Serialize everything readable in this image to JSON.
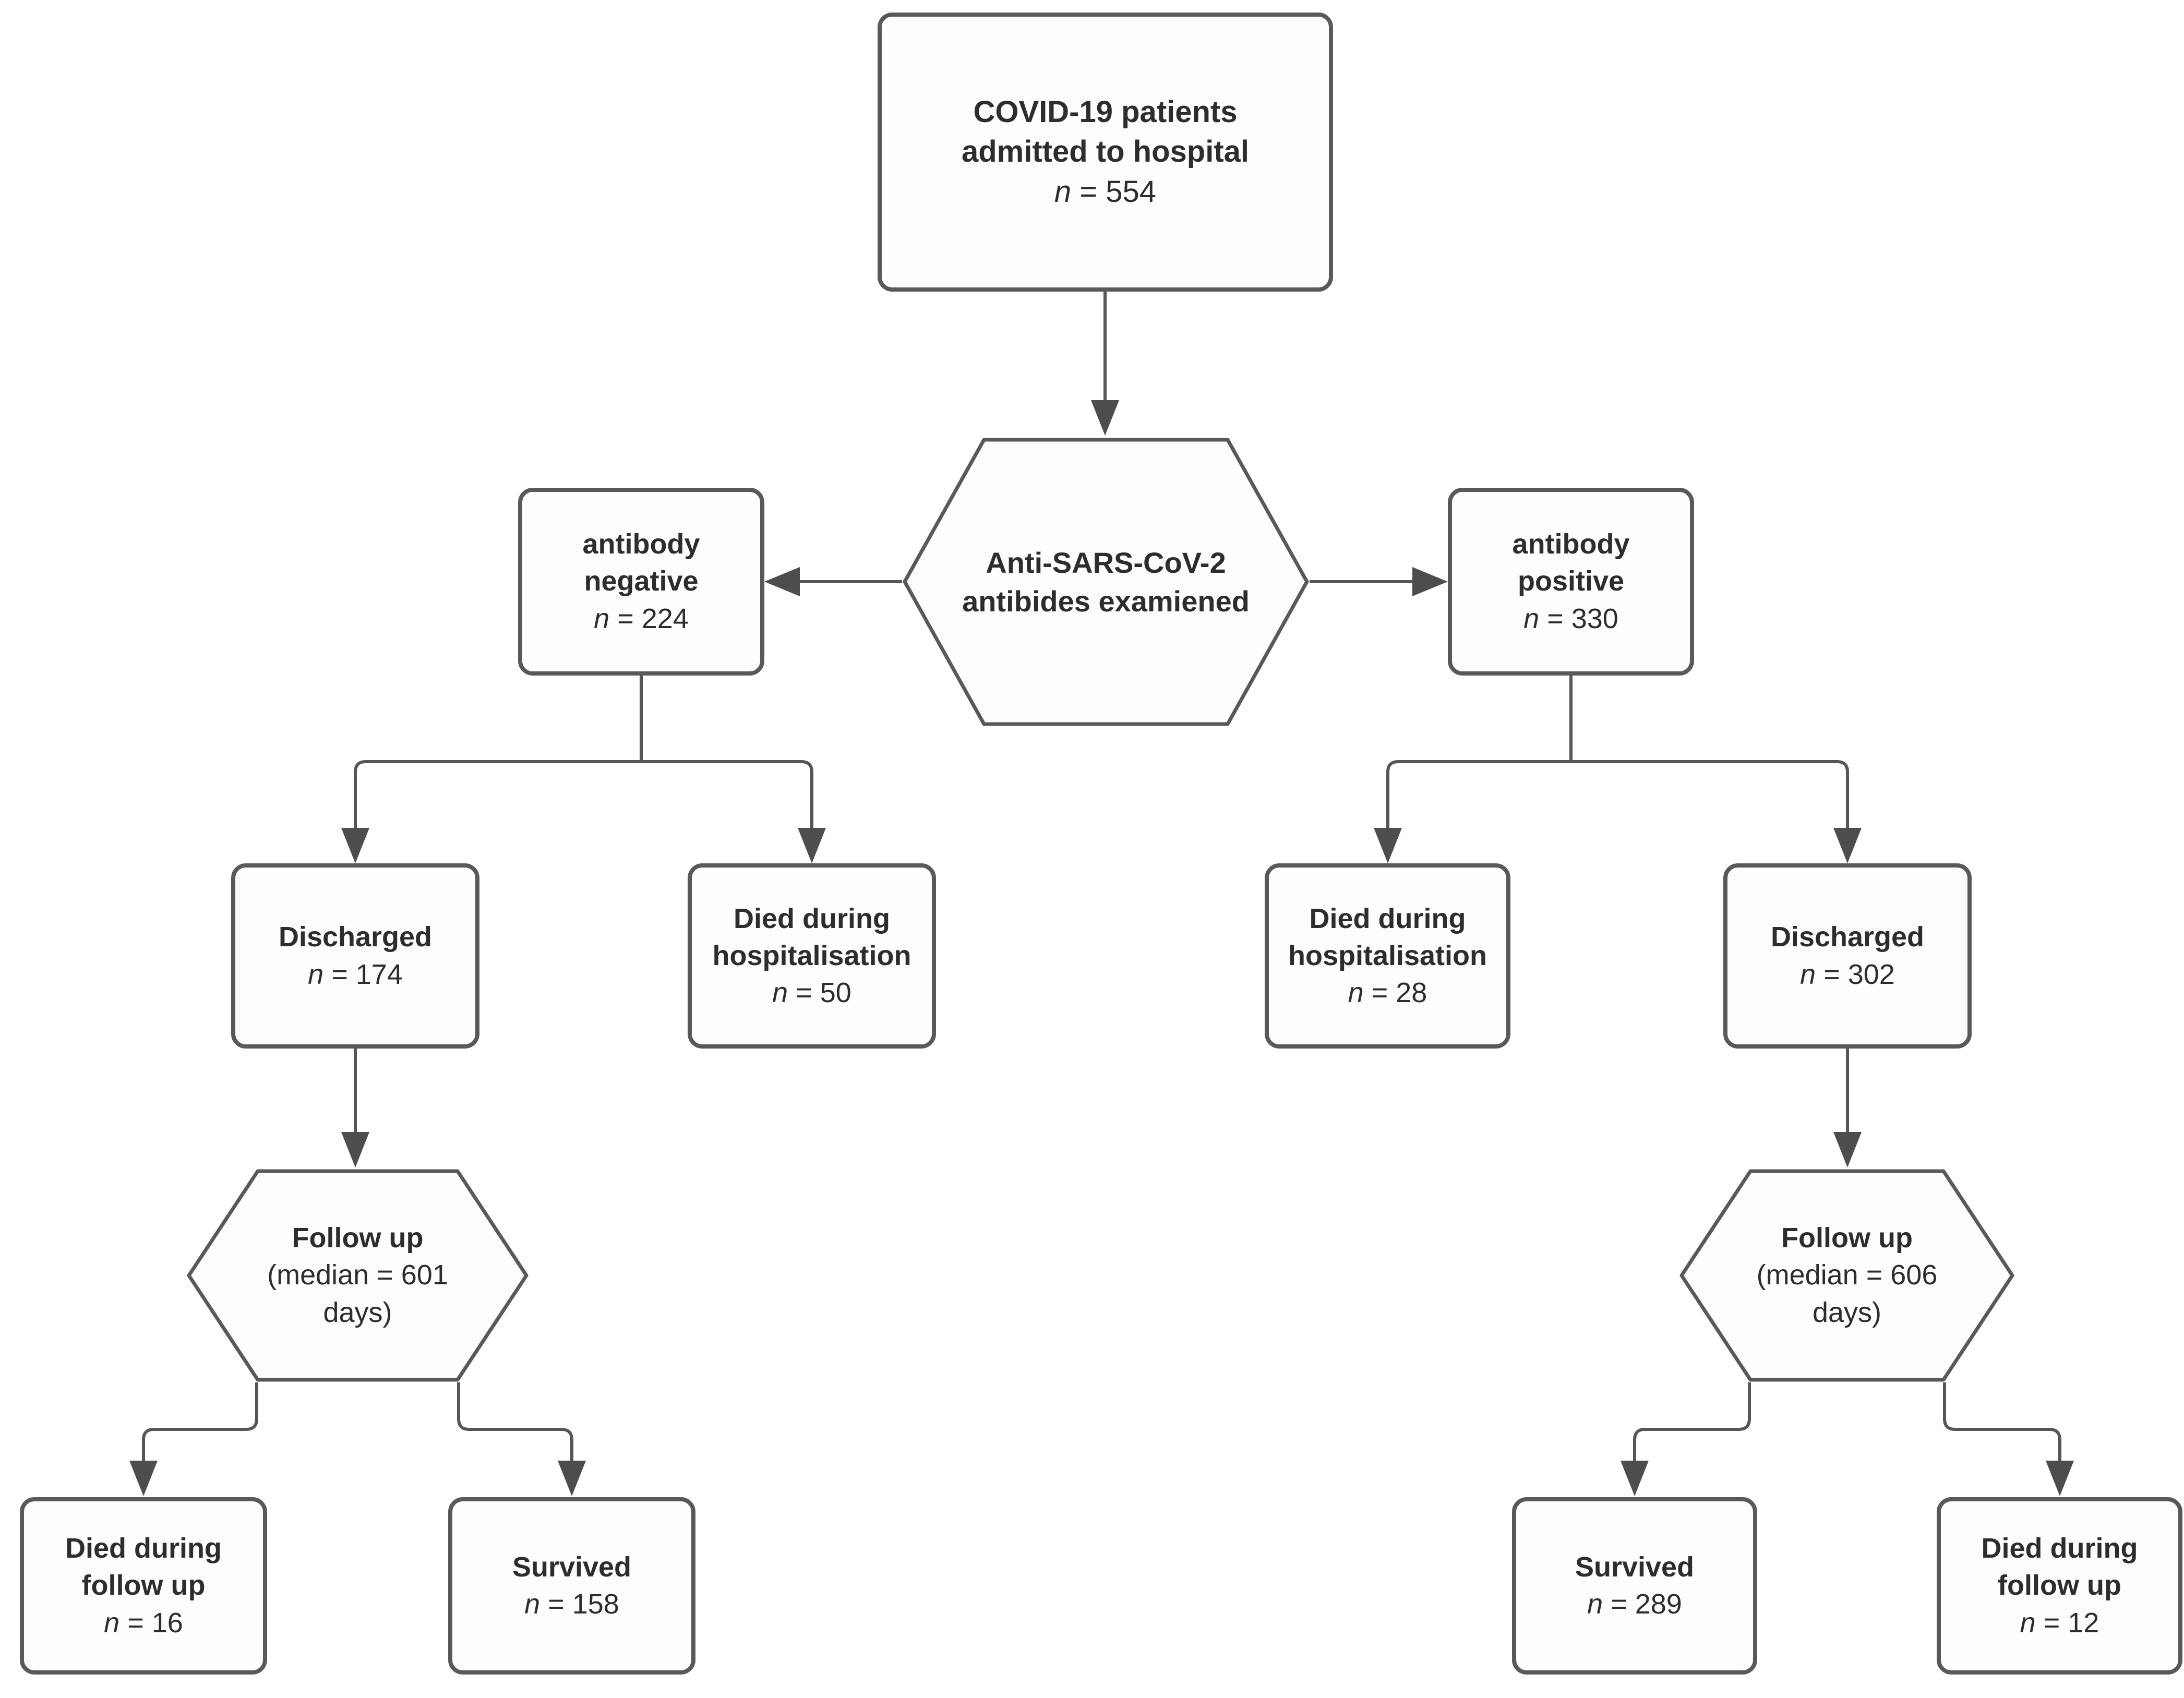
{
  "figure": {
    "type": "flowchart",
    "background_color": "#ffffff",
    "line_color": "#55565a",
    "arrow_color": "#4c4d4f",
    "border_color": "#58595b",
    "text_color": "#2d2d2f"
  },
  "nodes": {
    "admitted": {
      "title_line1": "COVID-19 patients",
      "title_line2": "admitted to hospital",
      "n_var": "n",
      "n_rest": " = 554"
    },
    "antibodies_examined": {
      "title_line1": "Anti-SARS-CoV-2",
      "title_line2": "antibides examiened"
    },
    "antibody_negative": {
      "title_line1": "antibody",
      "title_line2": "negative",
      "n_var": "n",
      "n_rest": " = 224"
    },
    "antibody_positive": {
      "title_line1": "antibody",
      "title_line2": "positive",
      "n_var": "n",
      "n_rest": " = 330"
    },
    "discharged_negative": {
      "title_line1": "Discharged",
      "n_var": "n",
      "n_rest": " = 174"
    },
    "died_hosp_negative": {
      "title_line1": "Died during",
      "title_line2": "hospitalisation",
      "n_var": "n",
      "n_rest": " = 50"
    },
    "died_hosp_positive": {
      "title_line1": "Died during",
      "title_line2": "hospitalisation",
      "n_var": "n",
      "n_rest": " = 28"
    },
    "discharged_positive": {
      "title_line1": "Discharged",
      "n_var": "n",
      "n_rest": " = 302"
    },
    "followup_negative": {
      "title": "Follow up",
      "subtitle_line1": "(median = 601",
      "subtitle_line2": "days)"
    },
    "followup_positive": {
      "title": "Follow up",
      "subtitle_line1": "(median = 606",
      "subtitle_line2": "days)"
    },
    "died_followup_negative": {
      "title_line1": "Died during",
      "title_line2": "follow up",
      "n_var": "n",
      "n_rest": " = 16"
    },
    "survived_negative": {
      "title_line1": "Survived",
      "n_var": "n",
      "n_rest": " = 158"
    },
    "survived_positive": {
      "title_line1": "Survived",
      "n_var": "n",
      "n_rest": " = 289"
    },
    "died_followup_positive": {
      "title_line1": "Died during",
      "title_line2": "follow up",
      "n_var": "n",
      "n_rest": " = 12"
    }
  }
}
